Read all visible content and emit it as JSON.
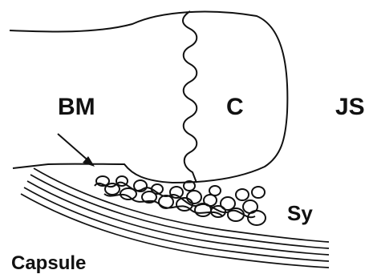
{
  "labels": {
    "bm": "BM",
    "c": "C",
    "js": "JS",
    "sy": "Sy",
    "capsule": "Capsule"
  },
  "colors": {
    "ink": "#111111",
    "background": "#ffffff"
  }
}
